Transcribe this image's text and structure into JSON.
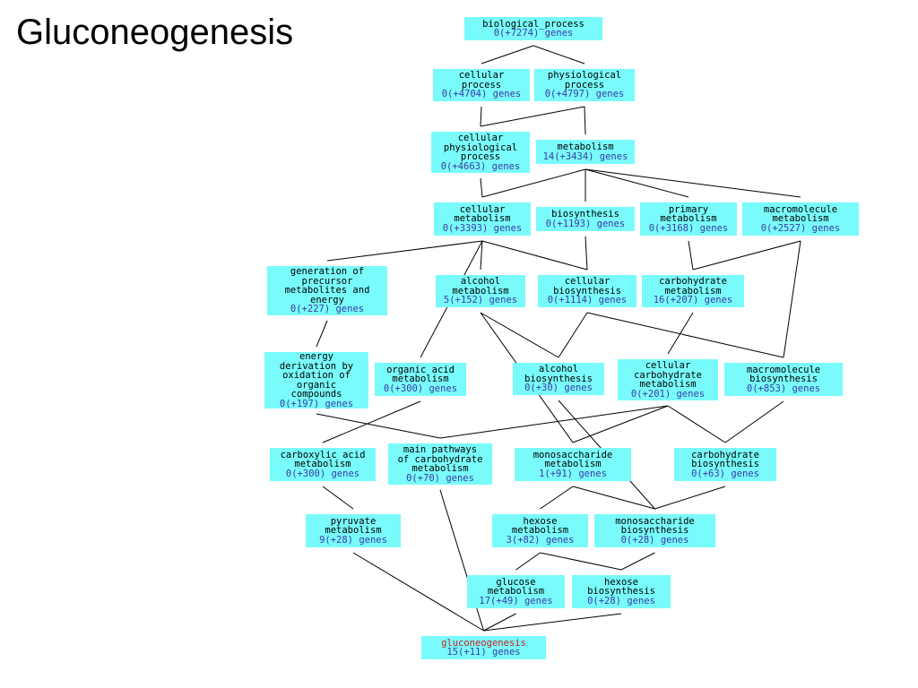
{
  "title": "Gluconeogenesis",
  "colors": {
    "node_fill": "#79fbfb",
    "gene_text": "#3a3aa6",
    "target_text": "#c82020",
    "edge": "#000000"
  },
  "nodes": [
    {
      "id": "biological_process",
      "term": "biological_process",
      "genes": "0(+7274) genes"
    },
    {
      "id": "cellular_process",
      "term": "cellular\nprocess",
      "genes": "0(+4704) genes"
    },
    {
      "id": "physiological_process",
      "term": "physiological\nprocess",
      "genes": "0(+4797) genes"
    },
    {
      "id": "cellular_physiological_process",
      "term": "cellular\nphysiological\nprocess",
      "genes": "0(+4663) genes"
    },
    {
      "id": "metabolism",
      "term": "metabolism",
      "genes": "14(+3434) genes"
    },
    {
      "id": "cellular_metabolism",
      "term": "cellular\nmetabolism",
      "genes": "0(+3393) genes"
    },
    {
      "id": "biosynthesis",
      "term": "biosynthesis",
      "genes": "0(+1193) genes"
    },
    {
      "id": "primary_metabolism",
      "term": "primary\nmetabolism",
      "genes": "0(+3168) genes"
    },
    {
      "id": "macromolecule_metabolism",
      "term": "macromolecule\nmetabolism",
      "genes": "0(+2527) genes"
    },
    {
      "id": "generation_of_precursor",
      "term": "generation of\nprecursor\nmetabolites and\nenergy",
      "genes": "0(+227) genes"
    },
    {
      "id": "alcohol_metabolism",
      "term": "alcohol\nmetabolism",
      "genes": "5(+152) genes"
    },
    {
      "id": "cellular_biosynthesis",
      "term": "cellular\nbiosynthesis",
      "genes": "0(+1114) genes"
    },
    {
      "id": "carbohydrate_metabolism",
      "term": "carbohydrate\nmetabolism",
      "genes": "16(+207) genes"
    },
    {
      "id": "energy_derivation",
      "term": "energy\nderivation by\noxidation of\norganic\ncompounds",
      "genes": "0(+197) genes"
    },
    {
      "id": "organic_acid_metabolism",
      "term": "organic acid\nmetabolism",
      "genes": "0(+300) genes"
    },
    {
      "id": "alcohol_biosynthesis",
      "term": "alcohol\nbiosynthesis",
      "genes": "0(+30) genes"
    },
    {
      "id": "cellular_carbohydrate_metabolism",
      "term": "cellular\ncarbohydrate\nmetabolism",
      "genes": "0(+201) genes"
    },
    {
      "id": "macromolecule_biosynthesis",
      "term": "macromolecule\nbiosynthesis",
      "genes": "0(+853) genes"
    },
    {
      "id": "carboxylic_acid_metabolism",
      "term": "carboxylic acid\nmetabolism",
      "genes": "0(+300) genes"
    },
    {
      "id": "main_pathways",
      "term": "main pathways\nof carbohydrate\nmetabolism",
      "genes": "0(+70) genes"
    },
    {
      "id": "monosaccharide_metabolism",
      "term": "monosaccharide\nmetabolism",
      "genes": "1(+91) genes"
    },
    {
      "id": "carbohydrate_biosynthesis",
      "term": "carbohydrate\nbiosynthesis",
      "genes": "0(+63) genes"
    },
    {
      "id": "pyruvate_metabolism",
      "term": "pyruvate\nmetabolism",
      "genes": "9(+28) genes"
    },
    {
      "id": "hexose_metabolism",
      "term": "hexose\nmetabolism",
      "genes": "3(+82) genes"
    },
    {
      "id": "monosaccharide_biosynthesis",
      "term": "monosaccharide\nbiosynthesis",
      "genes": "0(+28) genes"
    },
    {
      "id": "glucose_metabolism",
      "term": "glucose\nmetabolism",
      "genes": "17(+49) genes"
    },
    {
      "id": "hexose_biosynthesis",
      "term": "hexose\nbiosynthesis",
      "genes": "0(+28) genes"
    },
    {
      "id": "gluconeogenesis",
      "term": "gluconeogenesis",
      "genes": "15(+11) genes",
      "target": true
    }
  ],
  "edges": [
    [
      "biological_process",
      "cellular_process"
    ],
    [
      "biological_process",
      "physiological_process"
    ],
    [
      "cellular_process",
      "cellular_physiological_process"
    ],
    [
      "physiological_process",
      "cellular_physiological_process"
    ],
    [
      "physiological_process",
      "metabolism"
    ],
    [
      "cellular_physiological_process",
      "cellular_metabolism"
    ],
    [
      "metabolism",
      "cellular_metabolism"
    ],
    [
      "metabolism",
      "biosynthesis"
    ],
    [
      "metabolism",
      "primary_metabolism"
    ],
    [
      "metabolism",
      "macromolecule_metabolism"
    ],
    [
      "cellular_metabolism",
      "generation_of_precursor"
    ],
    [
      "cellular_metabolism",
      "alcohol_metabolism"
    ],
    [
      "cellular_metabolism",
      "cellular_biosynthesis"
    ],
    [
      "cellular_metabolism",
      "organic_acid_metabolism"
    ],
    [
      "biosynthesis",
      "cellular_biosynthesis"
    ],
    [
      "primary_metabolism",
      "carbohydrate_metabolism"
    ],
    [
      "macromolecule_metabolism",
      "carbohydrate_metabolism"
    ],
    [
      "macromolecule_metabolism",
      "macromolecule_biosynthesis"
    ],
    [
      "generation_of_precursor",
      "energy_derivation"
    ],
    [
      "alcohol_metabolism",
      "alcohol_biosynthesis"
    ],
    [
      "alcohol_metabolism",
      "monosaccharide_metabolism"
    ],
    [
      "cellular_biosynthesis",
      "alcohol_biosynthesis"
    ],
    [
      "cellular_biosynthesis",
      "macromolecule_biosynthesis"
    ],
    [
      "carbohydrate_metabolism",
      "cellular_carbohydrate_metabolism"
    ],
    [
      "energy_derivation",
      "main_pathways"
    ],
    [
      "organic_acid_metabolism",
      "carboxylic_acid_metabolism"
    ],
    [
      "alcohol_biosynthesis",
      "monosaccharide_biosynthesis"
    ],
    [
      "cellular_carbohydrate_metabolism",
      "main_pathways"
    ],
    [
      "cellular_carbohydrate_metabolism",
      "monosaccharide_metabolism"
    ],
    [
      "cellular_carbohydrate_metabolism",
      "carbohydrate_biosynthesis"
    ],
    [
      "macromolecule_biosynthesis",
      "carbohydrate_biosynthesis"
    ],
    [
      "carboxylic_acid_metabolism",
      "pyruvate_metabolism"
    ],
    [
      "main_pathways",
      "gluconeogenesis"
    ],
    [
      "monosaccharide_metabolism",
      "hexose_metabolism"
    ],
    [
      "monosaccharide_metabolism",
      "monosaccharide_biosynthesis"
    ],
    [
      "carbohydrate_biosynthesis",
      "monosaccharide_biosynthesis"
    ],
    [
      "pyruvate_metabolism",
      "gluconeogenesis"
    ],
    [
      "hexose_metabolism",
      "glucose_metabolism"
    ],
    [
      "hexose_metabolism",
      "hexose_biosynthesis"
    ],
    [
      "monosaccharide_biosynthesis",
      "hexose_biosynthesis"
    ],
    [
      "glucose_metabolism",
      "gluconeogenesis"
    ],
    [
      "hexose_biosynthesis",
      "gluconeogenesis"
    ]
  ]
}
